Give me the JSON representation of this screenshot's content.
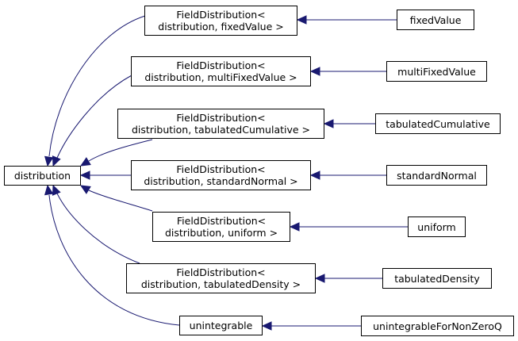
{
  "edge_color": "#191970",
  "nodes": {
    "distribution": {
      "l1": "distribution"
    },
    "fd_fixed": {
      "l1": "FieldDistribution<",
      "l2": "distribution, fixedValue >"
    },
    "fd_multi": {
      "l1": "FieldDistribution<",
      "l2": "distribution, multiFixedValue >"
    },
    "fd_tabcum": {
      "l1": "FieldDistribution<",
      "l2": "distribution, tabulatedCumulative >"
    },
    "fd_stdnorm": {
      "l1": "FieldDistribution<",
      "l2": "distribution, standardNormal >"
    },
    "fd_uniform": {
      "l1": "FieldDistribution<",
      "l2": "distribution, uniform >"
    },
    "fd_tabden": {
      "l1": "FieldDistribution<",
      "l2": "distribution, tabulatedDensity >"
    },
    "unintegrable": {
      "l1": "unintegrable"
    },
    "fixedValue": {
      "l1": "fixedValue"
    },
    "multiFixedValue": {
      "l1": "multiFixedValue"
    },
    "tabulatedCumulative": {
      "l1": "tabulatedCumulative"
    },
    "standardNormal": {
      "l1": "standardNormal"
    },
    "uniform": {
      "l1": "uniform"
    },
    "tabulatedDensity": {
      "l1": "tabulatedDensity"
    },
    "unintegrableForNonZeroQ": {
      "l1": "unintegrableForNonZeroQ"
    }
  }
}
